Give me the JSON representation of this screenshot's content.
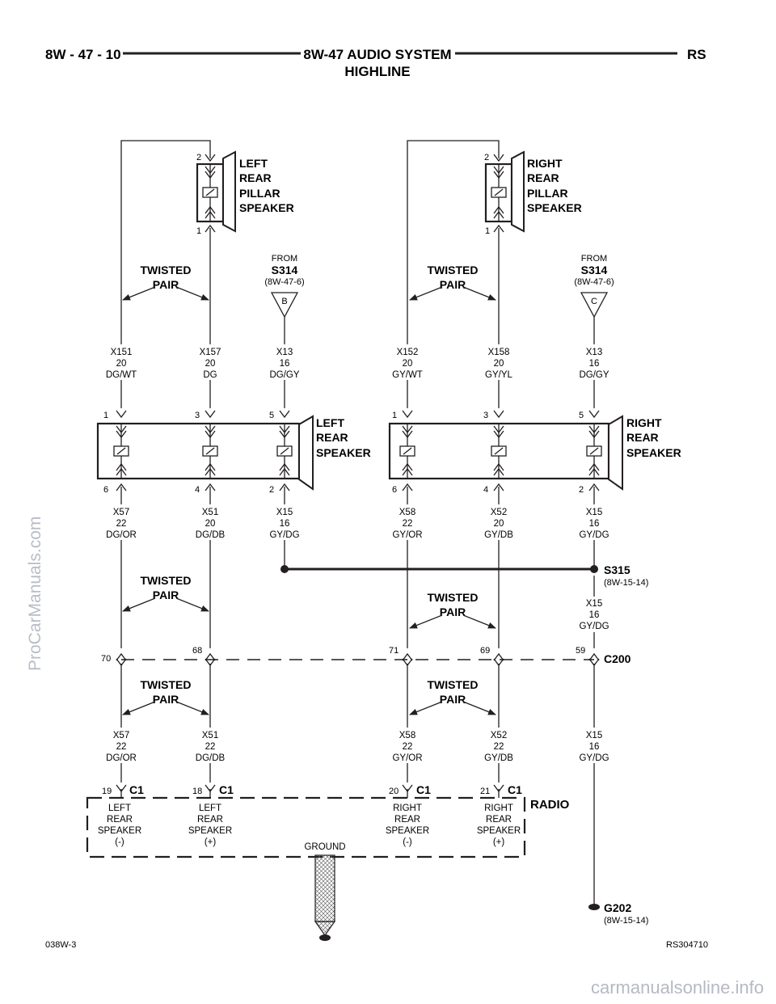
{
  "header": {
    "page_ref": "8W - 47 - 10",
    "title": "8W-47 AUDIO SYSTEM",
    "subtitle": "HIGHLINE",
    "code": "RS"
  },
  "footer": {
    "left_code": "038W-3",
    "right_code": "RS304710"
  },
  "watermarks": {
    "side": "ProCarManuals.com",
    "bottom": "carmanualsonline.info"
  },
  "common": {
    "twisted": "TWISTED",
    "pair": "PAIR",
    "from": "FROM",
    "splice_s314": "S314",
    "ref_s314": "(8W-47-6)",
    "c1": "C1"
  },
  "pillar_speakers": {
    "left": {
      "lines": [
        "LEFT",
        "REAR",
        "PILLAR",
        "SPEAKER"
      ],
      "pin_top": "2",
      "pin_bottom": "1",
      "splice_letter": "B"
    },
    "right": {
      "lines": [
        "RIGHT",
        "REAR",
        "PILLAR",
        "SPEAKER"
      ],
      "pin_top": "2",
      "pin_bottom": "1",
      "splice_letter": "C"
    }
  },
  "rear_speakers": {
    "left": {
      "lines": [
        "LEFT",
        "REAR",
        "SPEAKER"
      ],
      "pins_top": [
        "1",
        "3",
        "5"
      ],
      "pins_bottom": [
        "6",
        "4",
        "2"
      ]
    },
    "right": {
      "lines": [
        "RIGHT",
        "REAR",
        "SPEAKER"
      ],
      "pins_top": [
        "1",
        "3",
        "5"
      ],
      "pins_bottom": [
        "6",
        "4",
        "2"
      ]
    }
  },
  "wires": {
    "upper_left": [
      [
        "X151",
        "20",
        "DG/WT"
      ],
      [
        "X157",
        "20",
        "DG"
      ],
      [
        "X13",
        "16",
        "DG/GY"
      ]
    ],
    "upper_right": [
      [
        "X152",
        "20",
        "GY/WT"
      ],
      [
        "X158",
        "20",
        "GY/YL"
      ],
      [
        "X13",
        "16",
        "DG/GY"
      ]
    ],
    "mid_left": [
      [
        "X57",
        "22",
        "DG/OR"
      ],
      [
        "X51",
        "20",
        "DG/DB"
      ],
      [
        "X15",
        "16",
        "GY/DG"
      ]
    ],
    "mid_right": [
      [
        "X58",
        "22",
        "GY/OR"
      ],
      [
        "X52",
        "20",
        "GY/DB"
      ],
      [
        "X15",
        "16",
        "GY/DG"
      ]
    ],
    "after_splice": [
      "X15",
      "16",
      "GY/DG"
    ],
    "lower": [
      [
        "X57",
        "22",
        "DG/OR"
      ],
      [
        "X51",
        "22",
        "DG/DB"
      ],
      [
        "X58",
        "22",
        "GY/OR"
      ],
      [
        "X52",
        "22",
        "GY/DB"
      ],
      [
        "X15",
        "16",
        "GY/DG"
      ]
    ]
  },
  "splice_s315": {
    "name": "S315",
    "ref": "(8W-15-14)"
  },
  "connector_c200": {
    "name": "C200",
    "pins": [
      "70",
      "68",
      "71",
      "69",
      "59"
    ]
  },
  "radio": {
    "name": "RADIO",
    "pins": [
      "19",
      "18",
      "20",
      "21"
    ],
    "terminals": [
      [
        "LEFT",
        "REAR",
        "SPEAKER",
        "(-)"
      ],
      [
        "LEFT",
        "REAR",
        "SPEAKER",
        "(+)"
      ],
      [
        "RIGHT",
        "REAR",
        "SPEAKER",
        "(-)"
      ],
      [
        "RIGHT",
        "REAR",
        "SPEAKER",
        "(+)"
      ]
    ],
    "ground_label": "GROUND"
  },
  "ground_g202": {
    "name": "G202",
    "ref": "(8W-15-14)"
  }
}
